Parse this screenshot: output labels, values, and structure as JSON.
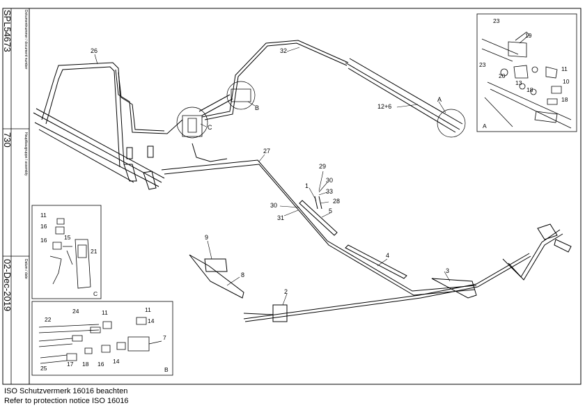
{
  "title_block": {
    "document_number_label": "Dokumentnummer / document number",
    "document_number": "SPL54673",
    "assembly_label": "Hauptbaugruppe / assembly",
    "assembly": "730",
    "date_label": "Datum / date",
    "date": "02-Dec-2019"
  },
  "notice": {
    "line1": "ISO Schutzvermerk 16016 beachten",
    "line2": "Refer to protection notice ISO 16016"
  },
  "main_callouts": [
    "26",
    "32",
    "B",
    "C",
    "A",
    "12+6",
    "27",
    "29",
    "30",
    "33",
    "1",
    "28",
    "30",
    "31",
    "5",
    "4",
    "3",
    "9",
    "8",
    "2"
  ],
  "detail_a": {
    "label": "A",
    "callouts": [
      "23",
      "19",
      "23",
      "20",
      "11",
      "13",
      "10",
      "18",
      "18"
    ]
  },
  "detail_b": {
    "label": "B",
    "callouts": [
      "24",
      "11",
      "11",
      "22",
      "14",
      "7",
      "25",
      "17",
      "18",
      "16",
      "14"
    ]
  },
  "detail_c": {
    "label": "C",
    "callouts": [
      "11",
      "16",
      "15",
      "16",
      "21"
    ]
  }
}
